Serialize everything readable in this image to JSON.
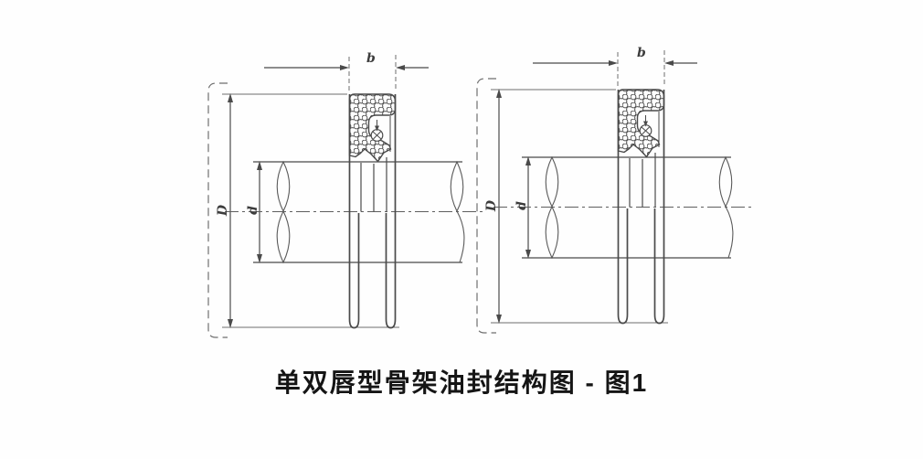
{
  "figure": {
    "caption": "单双唇型骨架油封结构图 - 图1",
    "diagrams": [
      {
        "name": "left-oil-seal-cross-section",
        "labels": {
          "width": "b",
          "outer_diameter": "D",
          "shaft_diameter": "d"
        }
      },
      {
        "name": "right-oil-seal-cross-section",
        "labels": {
          "width": "b",
          "outer_diameter": "D",
          "shaft_diameter": "d"
        }
      }
    ],
    "colors": {
      "line": "#4a4a4a",
      "construction_line": "#6f6f6f",
      "background": "#fefefe",
      "caption_text": "#151515"
    }
  }
}
